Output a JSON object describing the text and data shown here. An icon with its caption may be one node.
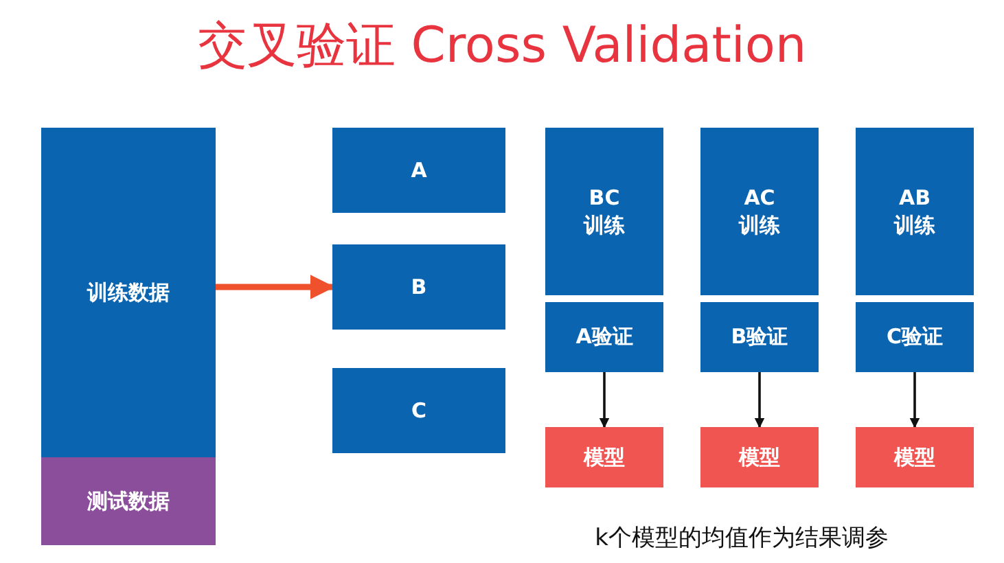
{
  "diagram": {
    "title": "交叉验证 Cross Validation",
    "nodes": [
      {
        "text": [
          "训练数据"
        ]
      },
      {
        "text": [
          "测试数据"
        ]
      },
      {
        "text": [
          "A"
        ]
      },
      {
        "text": [
          "B"
        ]
      },
      {
        "text": [
          "C"
        ]
      },
      {
        "text": [
          "BC 训练"
        ]
      },
      {
        "text": [
          "A验证"
        ]
      },
      {
        "text": [
          "模型"
        ]
      },
      {
        "text": [
          "AC 训练"
        ]
      },
      {
        "text": [
          "B验证"
        ]
      },
      {
        "text": [
          "模型"
        ]
      },
      {
        "text": [
          "AB 训练"
        ]
      },
      {
        "text": [
          "C验证"
        ]
      },
      {
        "text": [
          "模型"
        ]
      }
    ],
    "edges": [
      {
        "from": 0,
        "to": 3,
        "arrow": "to",
        "style": "thick",
        "color": "#f0512d"
      },
      {
        "from": 6,
        "to": 7,
        "arrow": "to"
      },
      {
        "from": 9,
        "to": 10,
        "arrow": "to"
      },
      {
        "from": 12,
        "to": 13,
        "arrow": "to"
      }
    ],
    "labels": [
      "k个模型的均值作为结果调参"
    ]
  }
}
